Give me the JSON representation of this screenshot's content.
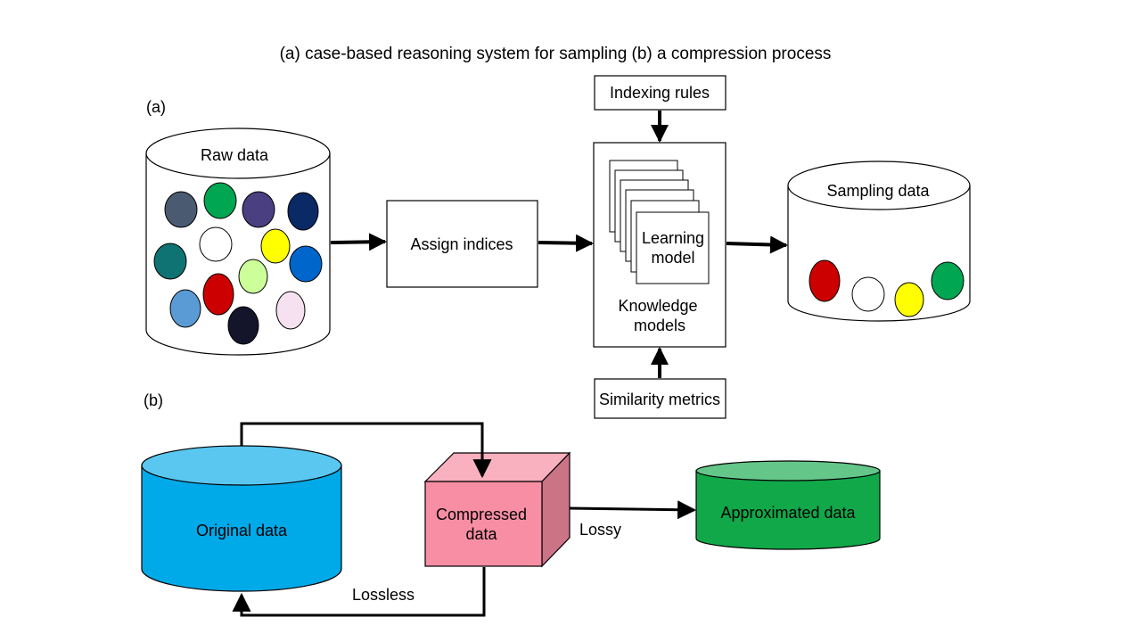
{
  "title": "(a) case-based reasoning system for sampling (b) a compression process",
  "panel_a": {
    "label": "(a)",
    "raw_data": "Raw data",
    "assign_indices": "Assign indices",
    "indexing_rules": "Indexing rules",
    "learning_model": [
      "Learning",
      "model"
    ],
    "knowledge_models": [
      "Knowledge",
      "models"
    ],
    "similarity_metrics": "Similarity metrics",
    "sampling_data": "Sampling data",
    "raw_dot_colors": [
      "#4a5a70",
      "#00a651",
      "#4a3f80",
      "#0a2a66",
      "#0f7373",
      "#ffffff",
      "#ffff00",
      "#0066cc",
      "#ccff99",
      "#cc0000",
      "#5b9bd5",
      "#f5e1ef",
      "#14142b"
    ],
    "sample_dot_colors": [
      "#cc0000",
      "#ffffff",
      "#ffff00",
      "#00a651"
    ]
  },
  "panel_b": {
    "label": "(b)",
    "original_data": "Original data",
    "compressed_data": [
      "Compressed",
      "data"
    ],
    "approximated_data": "Approximated data",
    "lossy": "Lossy",
    "lossless": "Lossless",
    "colors": {
      "original": "#00a9e8",
      "compressed": "#f78ea3",
      "approximated": "#11a84a"
    }
  }
}
